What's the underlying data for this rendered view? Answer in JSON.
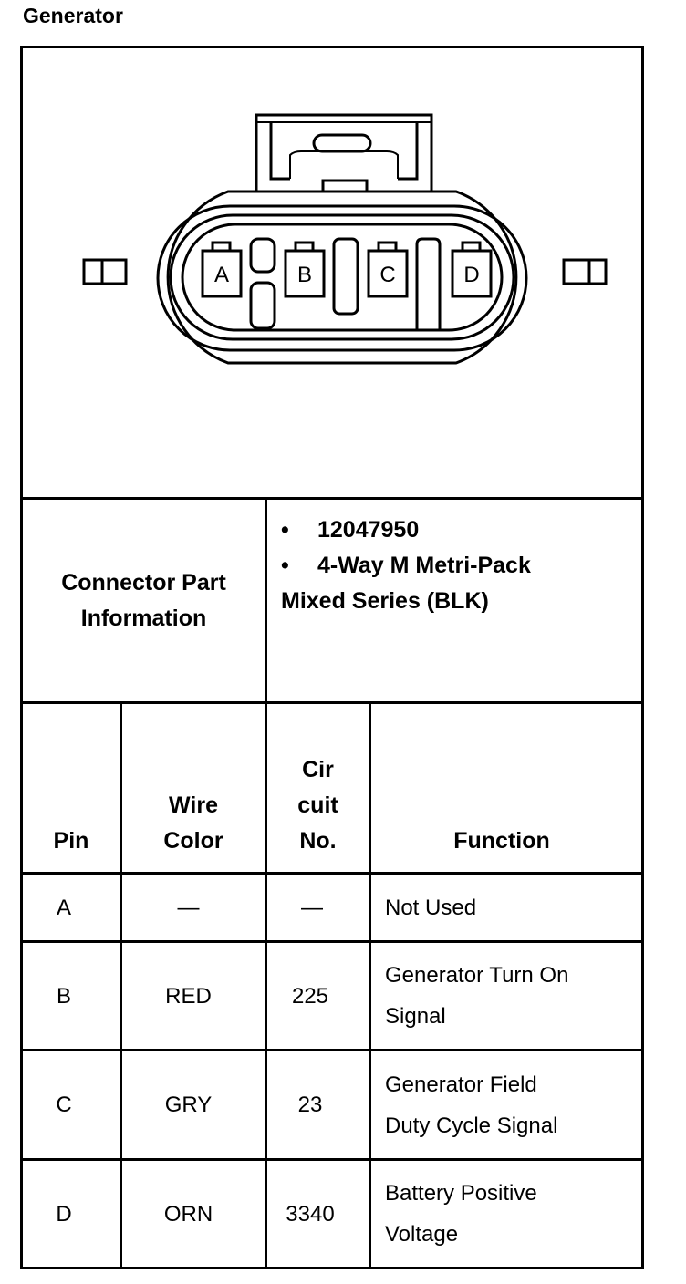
{
  "title": "Generator",
  "connector": {
    "pins": [
      "A",
      "B",
      "C",
      "D"
    ]
  },
  "part_info": {
    "label": "Connector Part Information",
    "part_number": "12047950",
    "description_line1": "4-Way M Metri-Pack",
    "description_line2": "Mixed Series (BLK)",
    "bullet": "•"
  },
  "table": {
    "headers": {
      "pin": "Pin",
      "wire_color_1": "Wire",
      "wire_color_2": "Color",
      "circuit_1": "Cir",
      "circuit_2": "cuit",
      "circuit_3": "No.",
      "function": "Function"
    },
    "rows": [
      {
        "pin": "A",
        "wire": "—",
        "circuit": "—",
        "function_1": "Not Used",
        "function_2": ""
      },
      {
        "pin": "B",
        "wire": "RED",
        "circuit": "225",
        "function_1": "Generator Turn On",
        "function_2": "Signal"
      },
      {
        "pin": "C",
        "wire": "GRY",
        "circuit": "23",
        "function_1": "Generator Field",
        "function_2": "Duty Cycle Signal"
      },
      {
        "pin": "D",
        "wire": "ORN",
        "circuit": "3340",
        "function_1": "Battery Positive",
        "function_2": "Voltage"
      }
    ]
  }
}
